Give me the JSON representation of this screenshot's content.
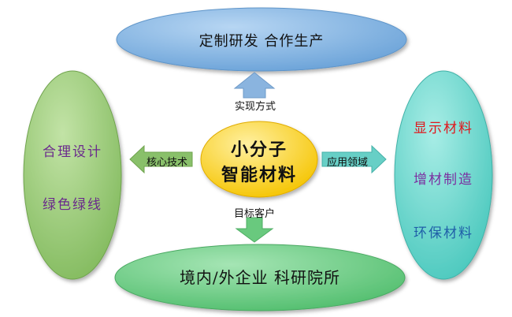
{
  "center": {
    "line1": "小分子",
    "line2": "智能材料"
  },
  "top": {
    "text": "定制研发 合作生产",
    "arrow_label": "实现方式"
  },
  "bottom": {
    "text": "境内/外企业 科研院所",
    "arrow_label": "目标客户"
  },
  "left": {
    "items": [
      "合理设计",
      "绿色绿线"
    ],
    "arrow_label": "核心技术"
  },
  "right": {
    "items": [
      {
        "text": "显示材料",
        "color": "#e0161b"
      },
      {
        "text": "增材制造",
        "color": "#7b2fa0"
      },
      {
        "text": "环保材料",
        "color": "#1f5fa8"
      }
    ],
    "arrow_label": "应用领域"
  },
  "colors": {
    "center_fill": "#f9cf1c",
    "top_fill": "#7fb2e1",
    "bottom_fill": "#6ccf84",
    "left_fill": "#92c76a",
    "right_fill": "#5fd6cc",
    "left_text": "#6a2a8c",
    "arrow_up": "#8ab4df",
    "arrow_down": "#69c97e",
    "arrow_left": "#89c06a",
    "arrow_right": "#67cfc6"
  }
}
